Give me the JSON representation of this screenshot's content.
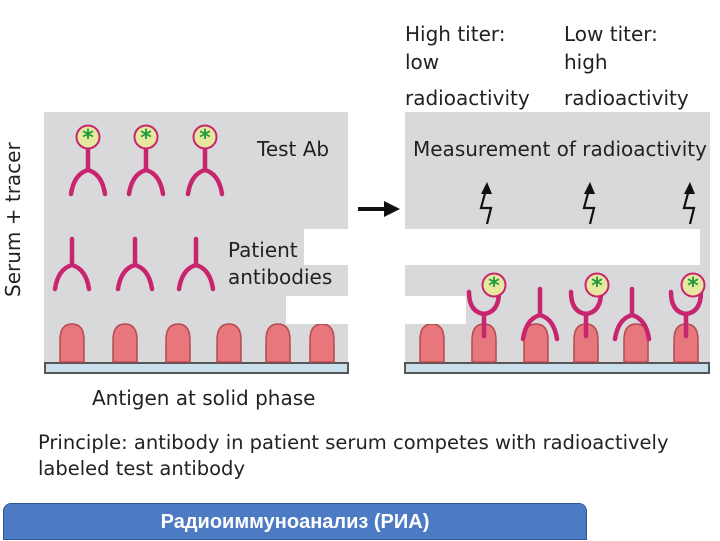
{
  "side_label": "Serum + tracer",
  "left_panel": {
    "test_ab_label": "Test Ab",
    "patient_label_line1": "Patient",
    "patient_label_line2": "antibodies",
    "antigen_label": "Antigen at solid phase"
  },
  "right_panel": {
    "high_titer": [
      "High titer:",
      "low",
      "radioactivity"
    ],
    "low_titer": [
      "Low titer:",
      "high",
      "radioactivity"
    ],
    "measurement_label": "Measurement of radioactivity"
  },
  "principle_line1": "Principle: antibody in patient serum competes with radioactively",
  "principle_line2": "labeled test antibody",
  "footer_title": "Радиоиммуноанализ (РИА)",
  "colors": {
    "antibody": "#c8256f",
    "antigen_fill": "#e8777d",
    "antigen_stroke": "#b34a50",
    "tracer_fill": "#e7e8a0",
    "tracer_star": "#1f9b3c",
    "panel_bg": "#d9d9db",
    "solid_phase": "#c9e0ec",
    "footer_bg": "#4c7bc4"
  },
  "icons": [
    "tracer-star-icon",
    "arrow-right-icon",
    "radiation-arrow-icon"
  ]
}
